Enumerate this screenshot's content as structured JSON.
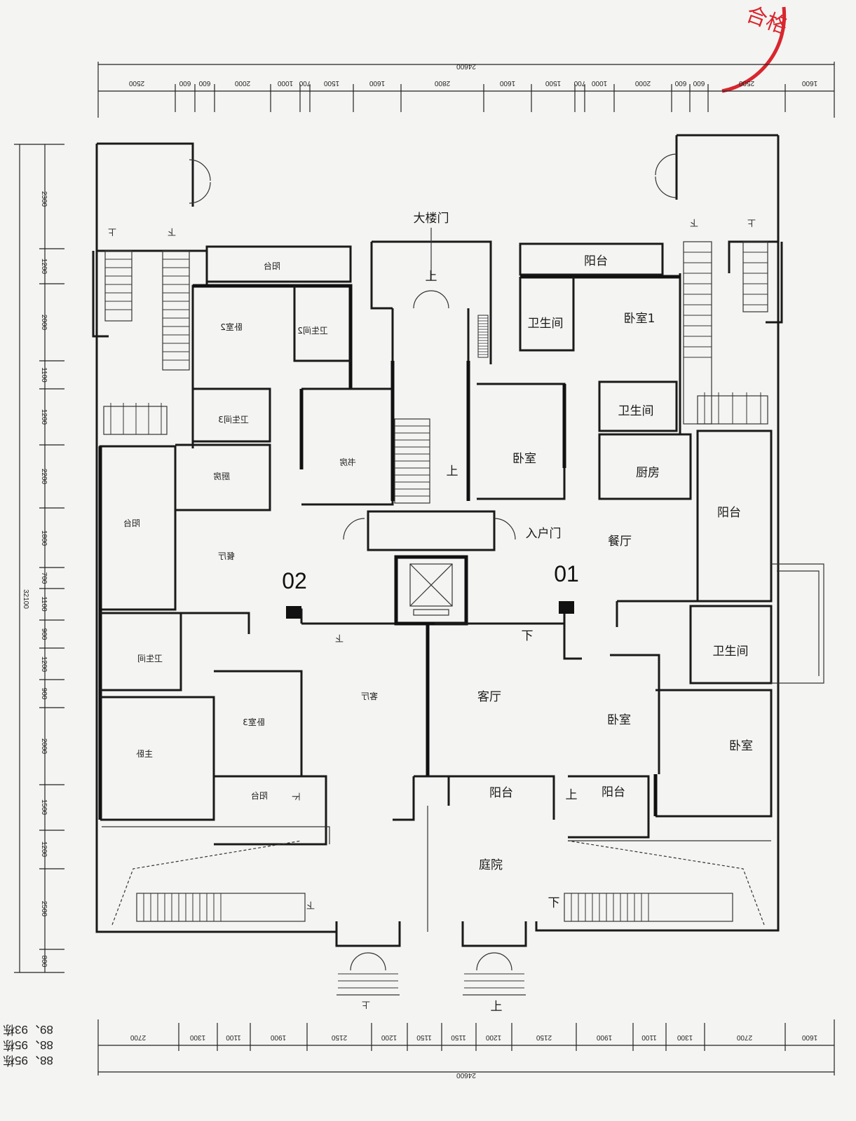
{
  "stamp": {
    "text": "合格",
    "color": "#d9262e"
  },
  "units": {
    "left": "02",
    "right": "01"
  },
  "labels": {
    "main_entrance": "大楼门",
    "up": "上",
    "down": "下",
    "unit_door": "入户门",
    "courtyard": "庭院",
    "right_balcony_top": "阳台",
    "right_bath_top": "卫生间",
    "right_bedroom1": "卧室1",
    "right_bath_mid": "卫生间",
    "right_bedroom_mid": "卧室",
    "right_kitchen": "厨房",
    "right_balcony_side": "阳台",
    "right_dining": "餐厅",
    "right_bath_low": "卫生间",
    "right_living": "客厅",
    "right_bedroom_low": "卧室",
    "right_bedroom_corner": "卧室",
    "center_balcony": "阳台",
    "right_balcony_bottom": "阳台"
  },
  "mirrored_labels": {
    "balcony_top": "阳台",
    "bedroom2": "卧室2",
    "bath2": "卫生间2",
    "bath3": "卫生间3",
    "study": "书房",
    "kitchen": "厨房",
    "balcony_side": "阳台",
    "dining": "餐厅",
    "bath": "卫生间",
    "living": "客厅",
    "bedroom3": "卧室3",
    "master": "主卧",
    "balcony_bottom": "阳台"
  },
  "dimensions": {
    "top_total": "24600",
    "top_segments": [
      "2500",
      "600",
      "600",
      "2000",
      "1000",
      "700",
      "1500",
      "1600",
      "2800",
      "1600",
      "1500",
      "700",
      "1000",
      "2000",
      "600",
      "600",
      "2500",
      "1600"
    ],
    "bottom_total": "24600",
    "bottom_segments": [
      "2700",
      "1300",
      "1100",
      "1900",
      "2150",
      "1200",
      "1150",
      "1150",
      "1200",
      "2150",
      "1900",
      "1100",
      "1300",
      "2700",
      "1600"
    ],
    "left_total": "32100",
    "left_segments": [
      "2300",
      "1200",
      "2000",
      "1100",
      "1200",
      "2200",
      "1800",
      "700",
      "1100",
      "900",
      "1200",
      "900",
      "2000",
      "1500",
      "1200",
      "2500",
      "800"
    ]
  },
  "side_notes": [
    "89、93栋",
    "88、95栋",
    "88、95栋"
  ]
}
